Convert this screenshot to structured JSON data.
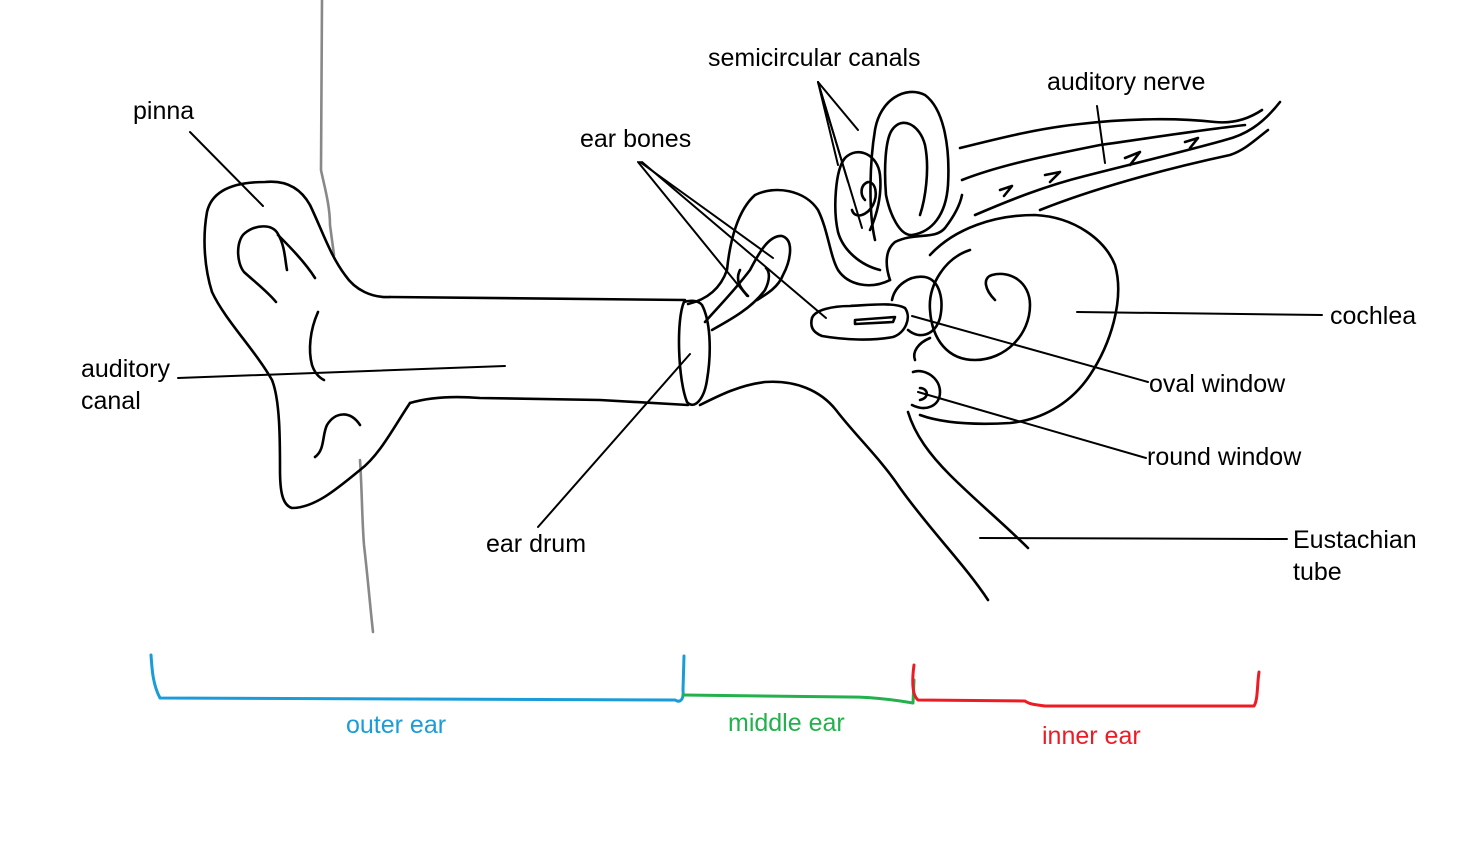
{
  "labels": {
    "pinna": "pinna",
    "auditory_canal_line1": "auditory",
    "auditory_canal_line2": "canal",
    "ear_bones": "ear bones",
    "ear_drum": "ear drum",
    "semicircular_canals": "semicircular canals",
    "auditory_nerve": "auditory nerve",
    "cochlea": "cochlea",
    "oval_window": "oval window",
    "round_window": "round window",
    "eustachian_tube_line1": "Eustachian",
    "eustachian_tube_line2": "tube"
  },
  "sections": [
    {
      "name": "outer ear",
      "color": "#1a9cd8"
    },
    {
      "name": "middle ear",
      "color": "#22b14c"
    },
    {
      "name": "inner ear",
      "color": "#ed1c24"
    }
  ]
}
